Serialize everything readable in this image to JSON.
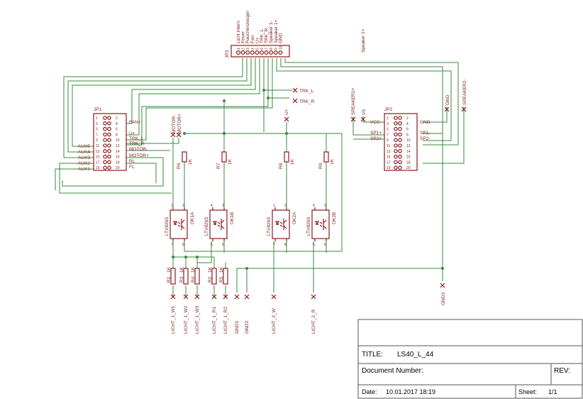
{
  "title_block": {
    "title_label": "TITLE:",
    "title_value": "LS40_L_44",
    "docnum_label": "Document Number:",
    "rev_label": "REV:",
    "date_label": "Date:",
    "date_value": "10.01.2017 18:19",
    "sheet_label": "Sheet:",
    "sheet_value": "1/1"
  },
  "jp3": {
    "name": "JP3",
    "pins": [
      "Licht intern",
      "Feuer",
      "Rauchenzeuger",
      "Fan",
      "U+",
      "TRK_L",
      "TRK_R",
      "Speaker 1-",
      "Speaker 1+",
      "GND"
    ],
    "nums": [
      "1",
      "2",
      "3",
      "4",
      "5",
      "6",
      "7",
      "8",
      "9",
      "10"
    ]
  },
  "speaker_top": "Speaker 1+",
  "jp1": {
    "name": "JP1",
    "left_nums": [
      "1",
      "3",
      "5",
      "7",
      "9",
      "11",
      "13",
      "15",
      "17",
      "19"
    ],
    "right_nums": [
      "2",
      "4",
      "6",
      "8",
      "10",
      "12",
      "14",
      "16",
      "18",
      "20"
    ],
    "left_labels": [
      "AUX5",
      "AUX4",
      "AUX3",
      "AUX2",
      "AUX1"
    ],
    "right_labels": [
      "FAN+",
      "U+",
      "TRK_L",
      "TRK_R",
      "MOTOR-",
      "MOTOR+",
      "RL",
      "FL"
    ]
  },
  "jp2": {
    "name": "JP2",
    "left_nums": [
      "1",
      "3",
      "5",
      "7",
      "9",
      "11",
      "13",
      "15",
      "17",
      "19"
    ],
    "right_nums": [
      "2",
      "4",
      "6",
      "8",
      "10",
      "12",
      "14",
      "16",
      "18",
      "20"
    ],
    "vcc": "VCC",
    "gnd": "GND",
    "sp1p": "SP1+",
    "sp2p": "SP2+",
    "sp1m": "SP1-",
    "sp2m": "SP2-"
  },
  "nets": {
    "trk_l": "TRK_L",
    "trk_r": "TRK_R",
    "u_plus": "U+",
    "v5": "V5",
    "speaker2p": "SPEAKER2+",
    "speaker2m": "SPEAKER2-",
    "gnd_top": "GND",
    "motor_m": "MOTOR-",
    "motor_p": "MOTOR+",
    "gnd3": "GND3"
  },
  "top_resistors": [
    {
      "name": "R6",
      "value": "1K"
    },
    {
      "name": "R7",
      "value": "1K"
    },
    {
      "name": "R8",
      "value": "1K"
    },
    {
      "name": "R9",
      "value": "1K"
    }
  ],
  "optos": [
    {
      "part": "LTV826S",
      "name": "OK1A",
      "pins": [
        "1",
        "2",
        "8",
        "7"
      ]
    },
    {
      "part": "LTV826S",
      "name": "OK1B",
      "pins": [
        "4",
        "3",
        "6",
        "5"
      ]
    },
    {
      "part": "LTV826S",
      "name": "OK2A",
      "pins": [
        "1",
        "2",
        "8",
        "7"
      ]
    },
    {
      "part": "LTV826S",
      "name": "OK2B",
      "pins": [
        "4",
        "3",
        "6",
        "5"
      ]
    }
  ],
  "bottom_resistors": [
    {
      "name": "R1",
      "value": "1K"
    },
    {
      "name": "R3",
      "value": "1K"
    },
    {
      "name": "R4",
      "value": "1K"
    },
    {
      "name": "R2",
      "value": "1K"
    },
    {
      "name": "R5",
      "value": "1K"
    }
  ],
  "bottom_nets": [
    "LICHT_1_W1",
    "LICHT_1_W2",
    "LICHT_1_W3",
    "LICHT_1_R1",
    "LICHT_1_R2",
    "GND1",
    "GND2",
    "LICHT_2_W",
    "LICHT_2_R"
  ],
  "colors": {
    "part": "#8b1a1a",
    "wire": "#3a8a3a",
    "label": "#7a1f1f"
  }
}
